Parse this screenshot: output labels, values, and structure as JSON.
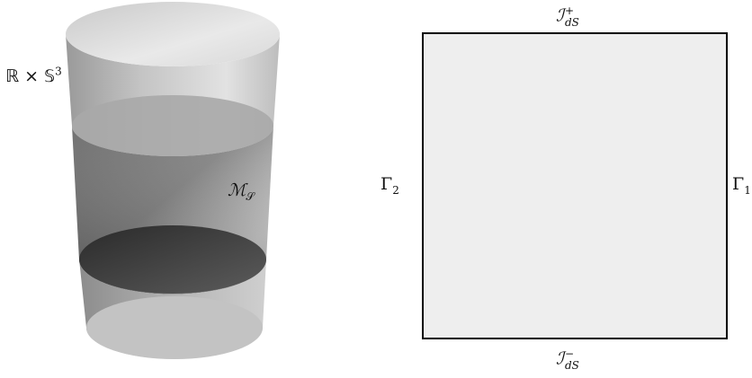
{
  "left_panel": {
    "spacetime_label": {
      "base": "ℝ × 𝕊",
      "exponent": "3"
    },
    "region_label": {
      "base": "ℳ",
      "subscript": "𝒮"
    }
  },
  "right_panel": {
    "future_infinity_label": {
      "base": "ℐ",
      "superscript": "+",
      "subscript": "dS"
    },
    "past_infinity_label": {
      "base": "ℐ",
      "superscript": "−",
      "subscript": "dS"
    },
    "left_boundary_label": {
      "base": "Γ",
      "subscript": "2"
    },
    "right_boundary_label": {
      "base": "Γ",
      "subscript": "1"
    }
  },
  "colors": {
    "square_fill": "#eeeeee",
    "square_stroke": "#000000",
    "cylinder_light": "#e6e6e6",
    "cylinder_mid": "#a8a8a8",
    "cylinder_dark": "#3a3a3a"
  }
}
